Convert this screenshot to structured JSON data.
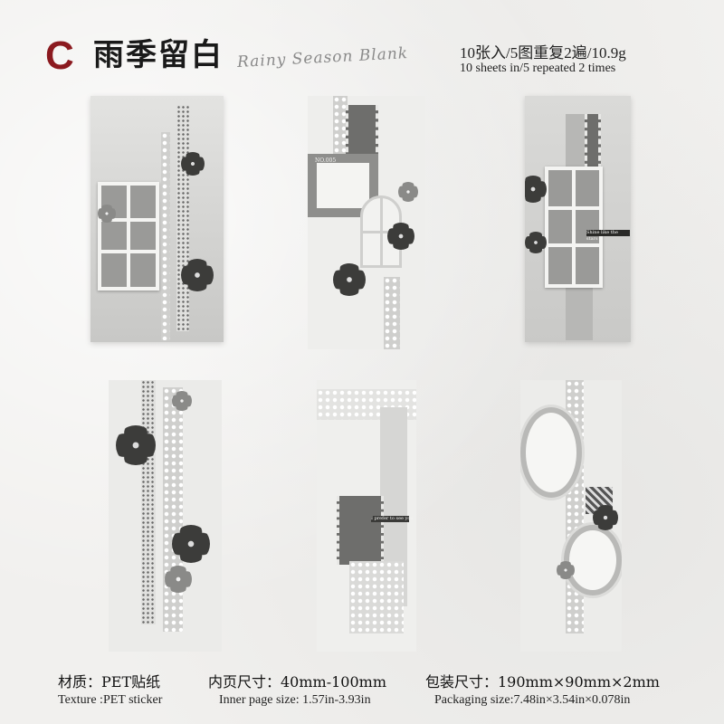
{
  "header": {
    "letter": "C",
    "title_cn": "雨季留白",
    "title_en": "Rainy Season Blank",
    "spec_line_1": "10张入/5图重复2遍/10.9g",
    "spec_line_2": "10 sheets in/5 repeated 2 times"
  },
  "footer": {
    "material_cn": "材质：PET贴纸",
    "material_en": "Texture :PET sticker",
    "inner_size_cn": "内页尺寸：40mm-100mm",
    "inner_size_en": "Inner page size: 1.57in-3.93in",
    "packaging_cn": "包装尺寸：190mm×90mm×2mm",
    "packaging_en": "Packaging size:7.48in×3.54in×0.078in"
  },
  "colors": {
    "accent": "#8b1a1f",
    "background": "#f1f0ee"
  },
  "stickers": {
    "sheet_2_label": "NO.005",
    "sheet_3_label": "Shine like the stars",
    "sheet_5_label": "I prefer to see you"
  }
}
